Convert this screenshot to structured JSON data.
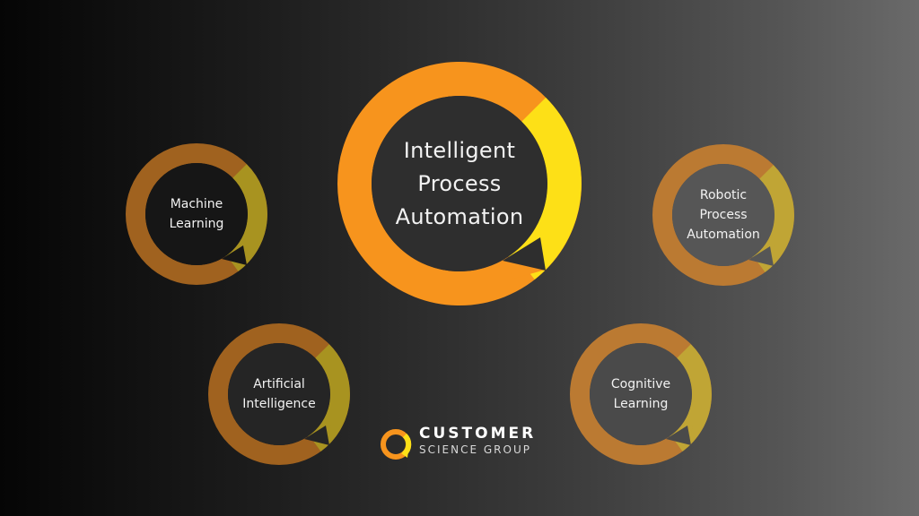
{
  "colors": {
    "background_left": "#050505",
    "background_right": "#6a6a6a",
    "main_orange": "#f7941d",
    "main_yellow": "#fde017",
    "muted_orange_dark": "#a0621f",
    "muted_yellow_dark": "#a89320",
    "muted_orange_light": "#bb7a32",
    "muted_yellow_light": "#c0a535",
    "text": "#f2f2f2"
  },
  "center": {
    "label": "Intelligent\nProcess\nAutomation"
  },
  "satellites": [
    {
      "id": "machine-learning",
      "label": "Machine\nLearning"
    },
    {
      "id": "robotic-process-automation",
      "label": "Robotic\nProcess\nAutomation"
    },
    {
      "id": "artificial-intelligence",
      "label": "Artificial\nIntelligence"
    },
    {
      "id": "cognitive-learning",
      "label": "Cognitive\nLearning"
    }
  ],
  "logo": {
    "line1": "CUSTOMER",
    "line2": "SCIENCE GROUP",
    "icon": "q-ring-logo-icon"
  }
}
